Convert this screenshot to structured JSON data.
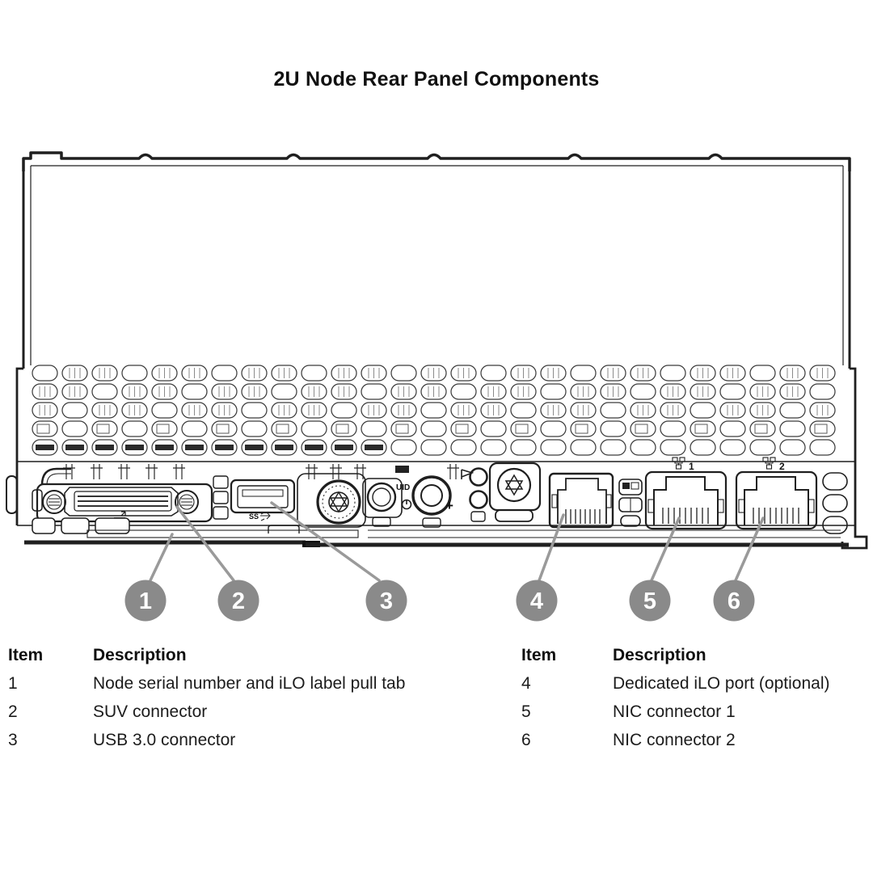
{
  "title": "2U Node Rear Panel Components",
  "diagram": {
    "callouts": [
      "1",
      "2",
      "3",
      "4",
      "5",
      "6"
    ],
    "port_labels": {
      "uid": "UID",
      "plus_marker": "+",
      "usb3_logo": "SS",
      "nic1": "1",
      "nic2": "2"
    }
  },
  "tables": [
    {
      "headers": {
        "item": "Item",
        "description": "Description"
      },
      "rows": [
        {
          "item": "1",
          "description": "Node serial number and iLO label pull tab"
        },
        {
          "item": "2",
          "description": "SUV connector"
        },
        {
          "item": "3",
          "description": "USB 3.0 connector"
        }
      ]
    },
    {
      "headers": {
        "item": "Item",
        "description": "Description"
      },
      "rows": [
        {
          "item": "4",
          "description": "Dedicated iLO port (optional)"
        },
        {
          "item": "5",
          "description": "NIC connector 1"
        },
        {
          "item": "6",
          "description": "NIC connector 2"
        }
      ]
    }
  ],
  "colors": {
    "callout_fill": "#8a8a8a",
    "leader_line": "#9a9a9a",
    "line_art": "#1f1f1f",
    "text": "#1c1c1c"
  }
}
